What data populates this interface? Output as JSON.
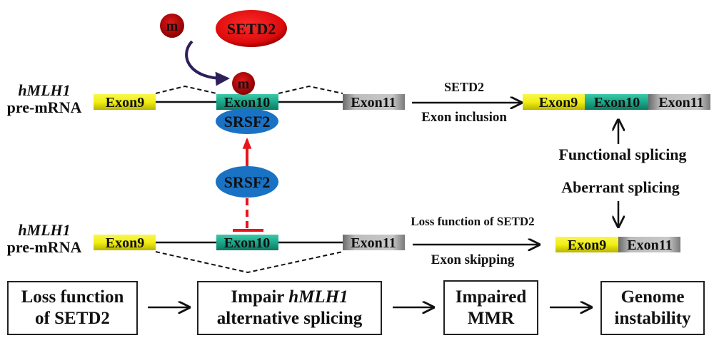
{
  "colors": {
    "exon9": "#f2ef12",
    "exon10": "#1aa88a",
    "exon11": "#a8a8a8",
    "srsf2": "#1a72c4",
    "setd2": "#e01010",
    "methyl": "#c81010",
    "activation_arrow": "#e8141c",
    "curved_arrow": "#2e1f5a"
  },
  "top_row": {
    "gene_label": "hMLH1",
    "pre_mrna_label": "pre-mRNA",
    "exons": [
      "Exon9",
      "Exon10",
      "Exon11"
    ],
    "methyl_label": "m",
    "methyl_free_label": "m",
    "setd2_label": "SETD2",
    "srsf2_bound_label": "SRSF2",
    "arrow_top_label": "SETD2",
    "arrow_bottom_label": "Exon inclusion",
    "product_exons": [
      "Exon9",
      "Exon10",
      "Exon11"
    ]
  },
  "middle": {
    "srsf2_free_label": "SRSF2",
    "functional_label": "Functional splicing",
    "aberrant_label": "Aberrant splicing"
  },
  "bottom_row": {
    "gene_label": "hMLH1",
    "pre_mrna_label": "pre-mRNA",
    "exons": [
      "Exon9",
      "Exon10",
      "Exon11"
    ],
    "arrow_top_label": "Loss function of SETD2",
    "arrow_bottom_label": "Exon skipping",
    "product_exons": [
      "Exon9",
      "Exon11"
    ]
  },
  "flow": {
    "box1": [
      "Loss function",
      "of SETD2"
    ],
    "box2_line1_prefix": "Impair ",
    "box2_line1_gene": "hMLH1",
    "box2_line2": "alternative splicing",
    "box3": [
      "Impaired",
      "MMR"
    ],
    "box4": [
      "Genome",
      "instability"
    ]
  }
}
